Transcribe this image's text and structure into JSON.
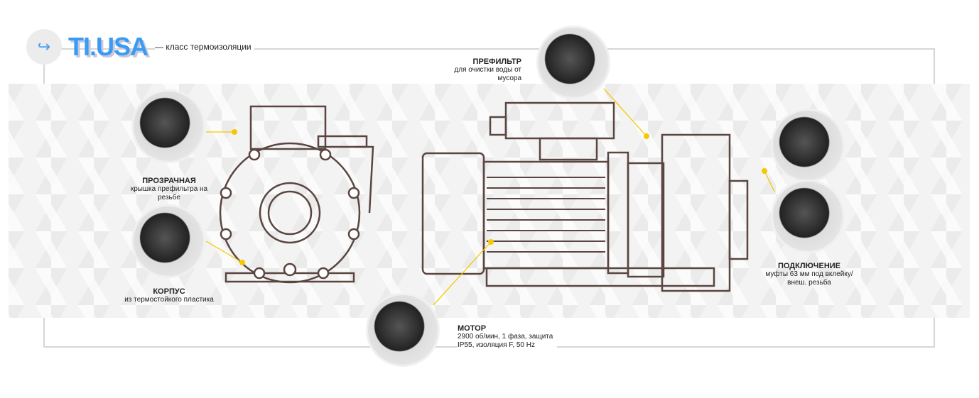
{
  "header": {
    "back_icon": "arrow-return-icon",
    "logo": "TI.USA",
    "tagline": "— класс термоизоляции"
  },
  "callouts": {
    "lid": {
      "title": "ПРОЗРАЧНАЯ",
      "text": "крышка префильтра на резьбе"
    },
    "body": {
      "title": "КОРПУС",
      "text": "из термостойкого пластика"
    },
    "prefilter": {
      "title": "ПРЕФИЛЬТР",
      "text": "для очистки воды от мусора"
    },
    "connection": {
      "title": "ПОДКЛЮЧЕНИЕ",
      "text": "муфты 63 мм под вклейку/ внеш. резьба"
    },
    "motor": {
      "title": "МОТОР",
      "text": "2900 об/мин, 1 фаза, защита IP55, изоляция F, 50 Hz"
    }
  },
  "colors": {
    "accent": "#3a9bf5",
    "marker": "#f5c800",
    "drawing": "#5a4540"
  }
}
